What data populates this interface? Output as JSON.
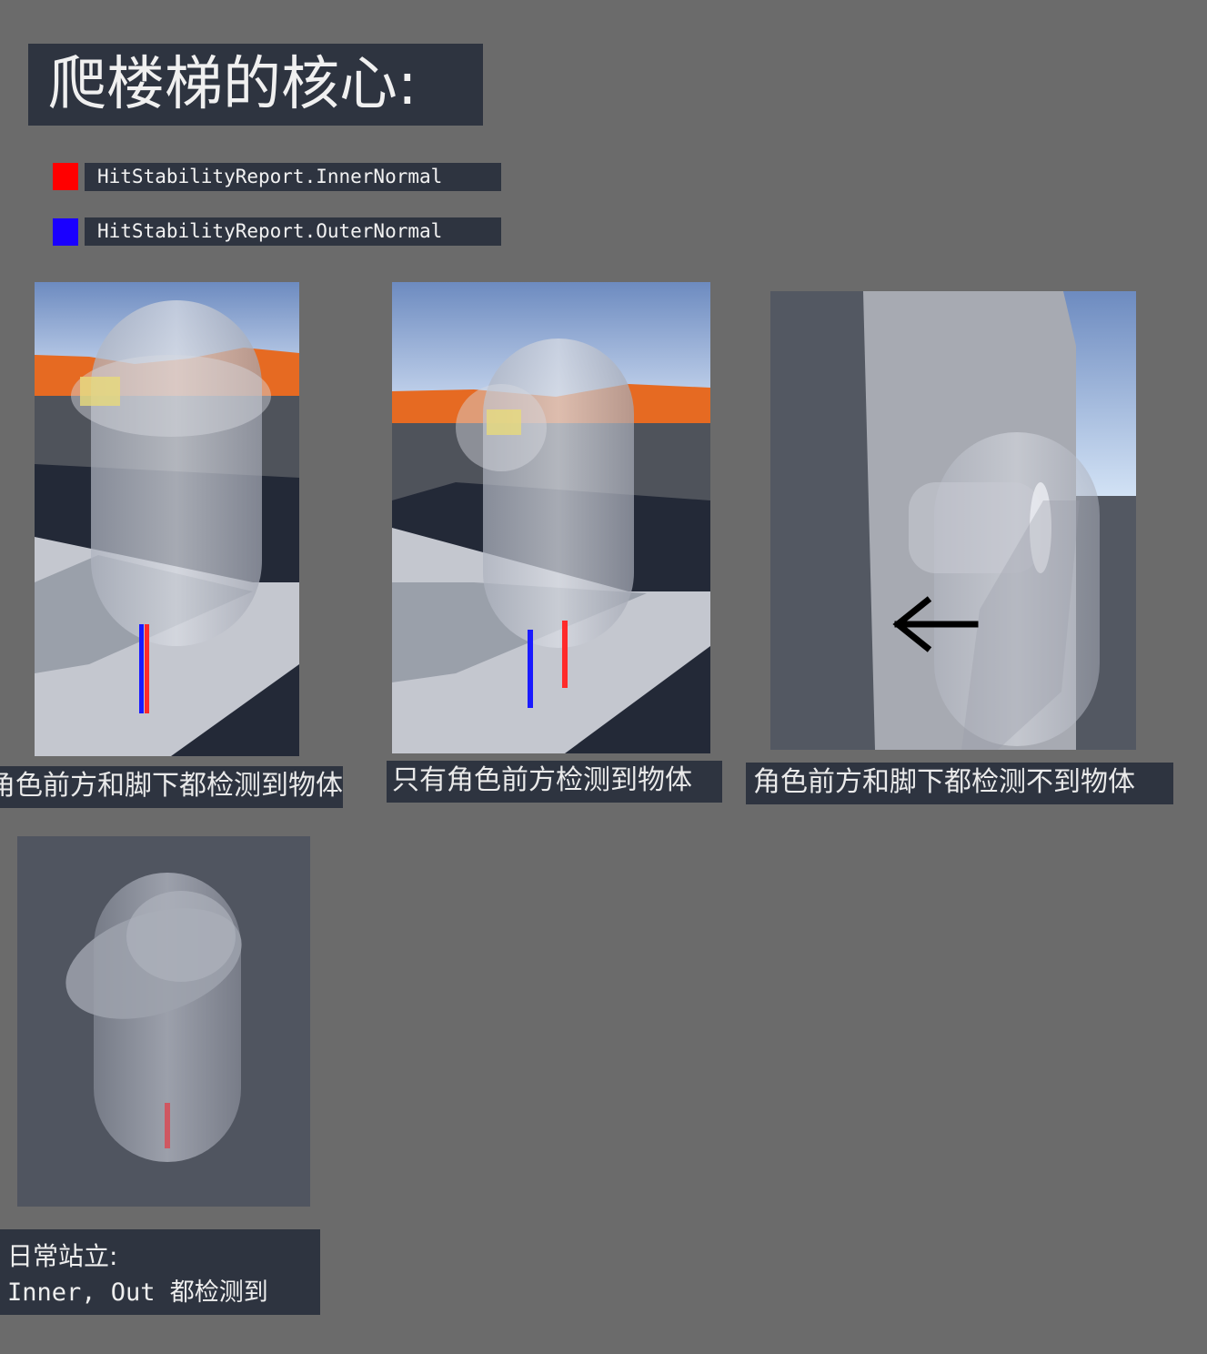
{
  "title": "爬楼梯的核心:",
  "legend": [
    {
      "label": "HitStabilityReport.InnerNormal",
      "color": "#ff0000"
    },
    {
      "label": "HitStabilityReport.OuterNormal",
      "color": "#1a00ff"
    }
  ],
  "panels": [
    {
      "caption": "角色前方和脚下都检测到物体"
    },
    {
      "caption": "只有角色前方检测到物体"
    },
    {
      "caption": "角色前方和脚下都检测不到物体",
      "arrow": "left-arrow"
    },
    {
      "caption_line1": "日常站立:",
      "caption_line2": "Inner, Out 都检测到"
    }
  ]
}
